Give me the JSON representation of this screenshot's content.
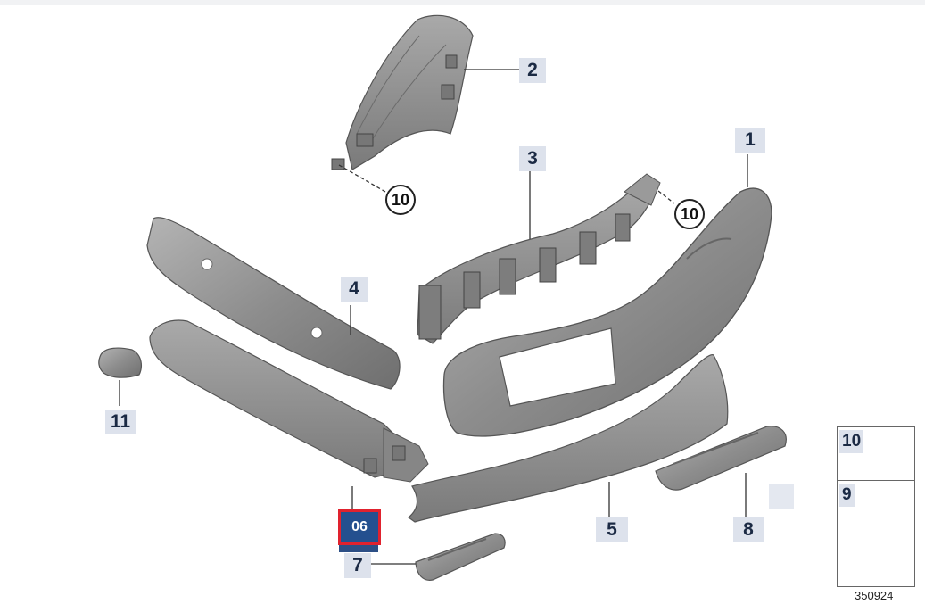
{
  "callouts": {
    "c1": "1",
    "c2": "2",
    "c3": "3",
    "c4": "4",
    "c5": "5",
    "c7": "7",
    "c8": "8",
    "c11": "11",
    "circle_a": "10",
    "circle_b": "10"
  },
  "highlight": {
    "label": "06",
    "border_color": "#e0222e",
    "fill_color": "#24508f"
  },
  "legend": {
    "item_a": "10",
    "item_b": "9"
  },
  "reference_number": "350924",
  "colors": {
    "part_fill": "#8e8e8e",
    "part_dark": "#6b6b6b",
    "label_bg": "#dde2ec",
    "label_text": "#1b2a44"
  }
}
